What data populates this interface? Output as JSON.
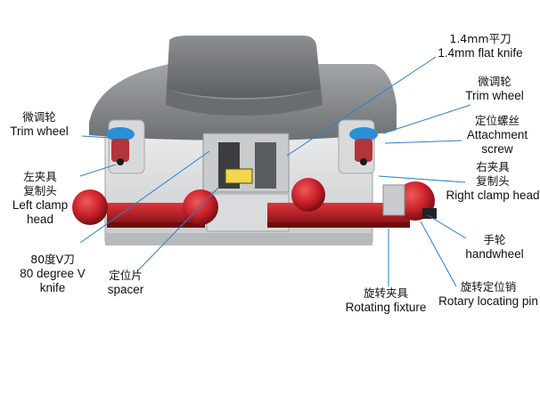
{
  "labels": {
    "flat_knife": {
      "zh": "1.4mm平刀",
      "en": "1.4mm flat knife"
    },
    "trim_wheel_right": {
      "zh": "微调轮",
      "en": "Trim wheel"
    },
    "attachment_screw": {
      "zh": "定位螺丝",
      "en": "Attachment screw"
    },
    "right_clamp": {
      "zh": "右夹具\n复制头",
      "en": "Right clamp head"
    },
    "handwheel": {
      "zh": "手轮",
      "en": "handwheel"
    },
    "rotary_pin": {
      "zh": "旋转定位销",
      "en": "Rotary locating pin"
    },
    "rotating_fixture": {
      "zh": "旋转夹具",
      "en": "Rotating fixture"
    },
    "spacer": {
      "zh": "定位片",
      "en": "spacer"
    },
    "v_knife": {
      "zh": "80度V刀",
      "en": "80 degree V knife"
    },
    "left_clamp": {
      "zh": "左夹具\n复制头",
      "en": "Left clamp head"
    },
    "trim_wheel_left": {
      "zh": "微调轮",
      "en": "Trim wheel"
    }
  },
  "colors": {
    "body_grey": "#8a8d90",
    "clamp_red": "#c8202a",
    "knob_blue": "#2a8fd6"
  }
}
